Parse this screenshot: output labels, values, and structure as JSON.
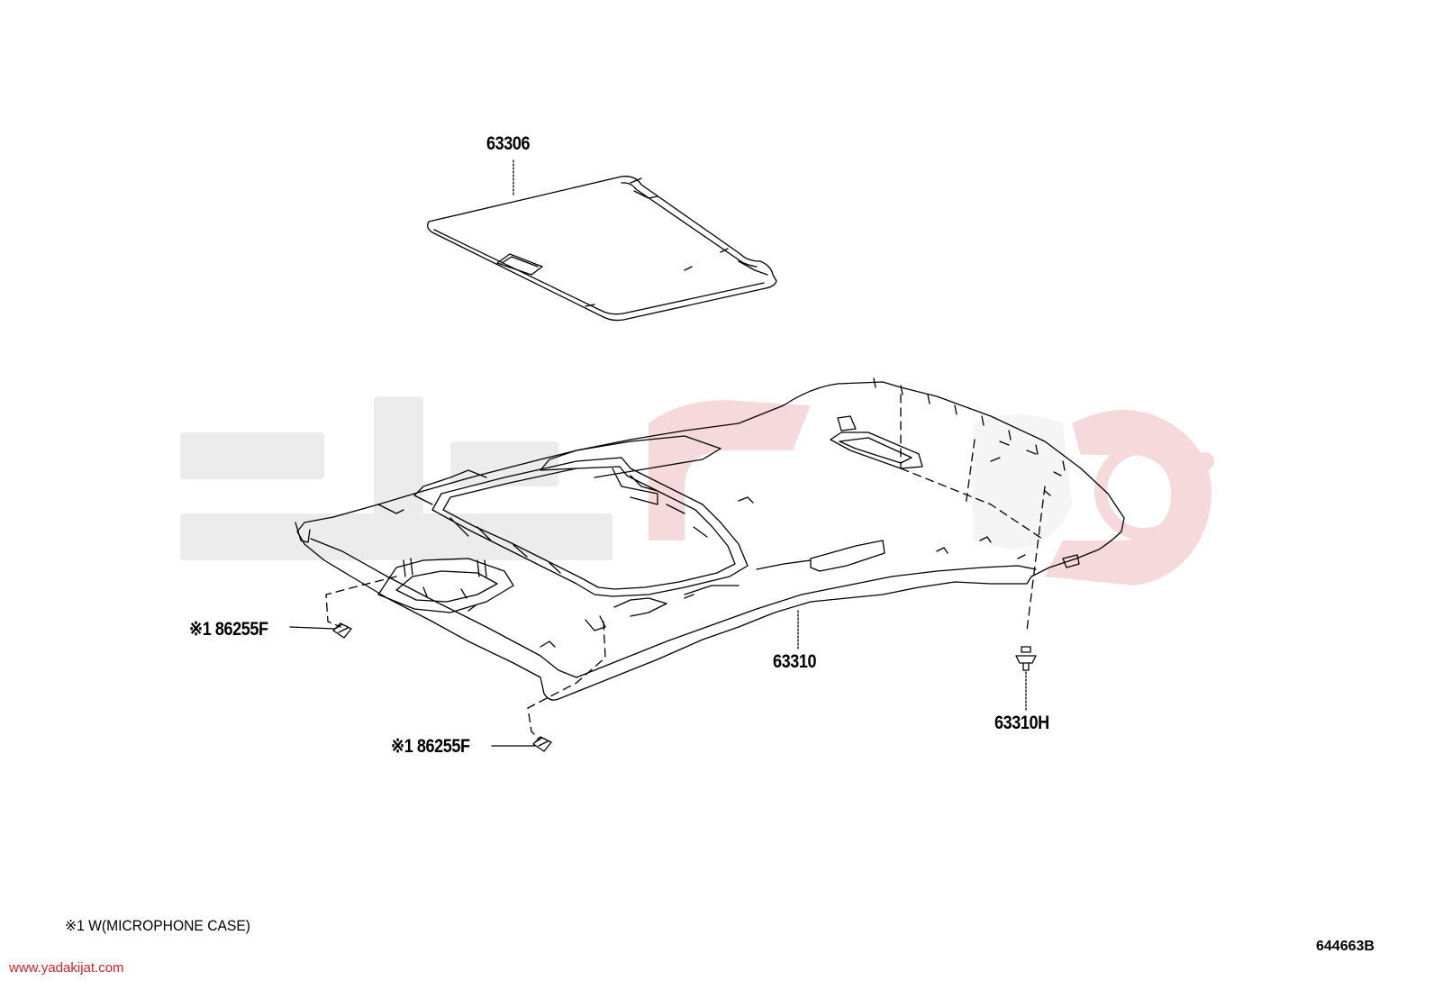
{
  "parts": {
    "sunshade": "63306",
    "headliner": "63310",
    "clip": "63310H",
    "holder_left": "※1 86255F",
    "holder_bottom": "※1 86255F"
  },
  "footnote": "※1 W(MICROPHONE CASE)",
  "illustration_code": "644663B",
  "website": "www.yadakijat.com",
  "colors": {
    "line": "#000000",
    "watermark_gray": "#ececec",
    "watermark_red": "#f6d9da",
    "site_red": "#d2232a"
  }
}
